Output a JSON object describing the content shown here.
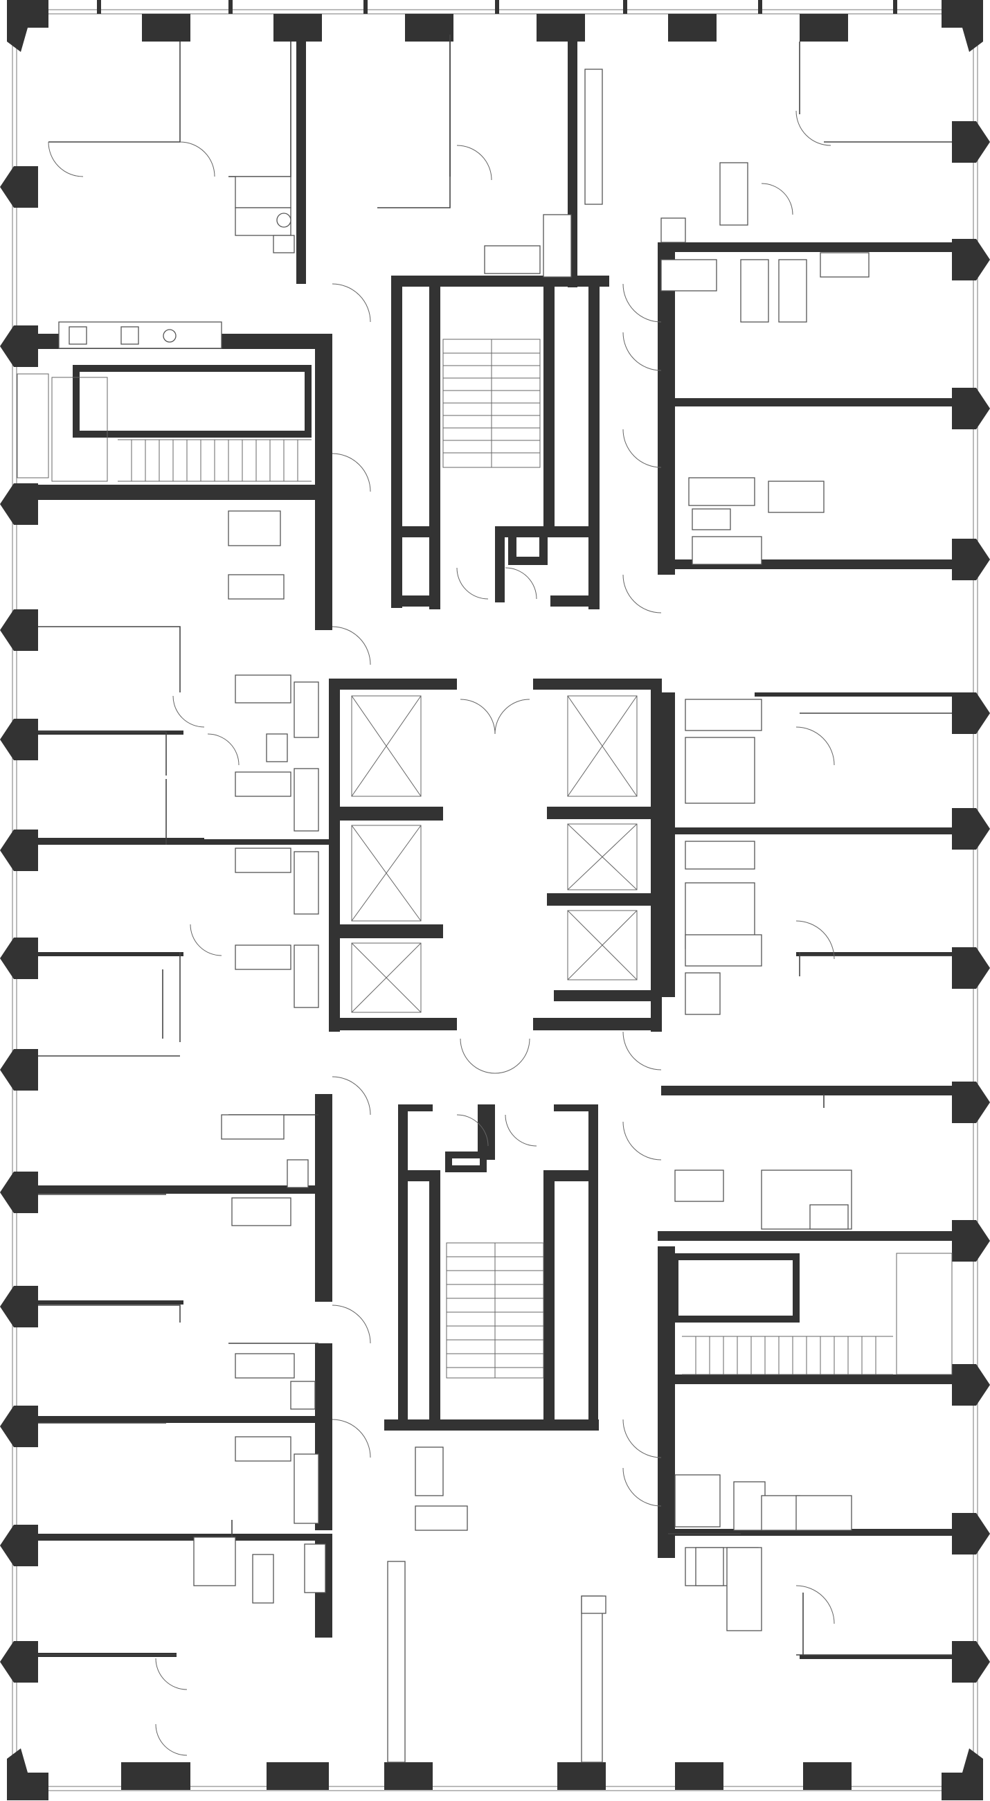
{
  "plan": {
    "type": "floor-plan",
    "colors": {
      "wall": "#333333",
      "background": "#ffffff",
      "line": "#444444"
    },
    "elements": {
      "elevators": 6,
      "stairwells": 2,
      "lobbies": 2
    }
  }
}
